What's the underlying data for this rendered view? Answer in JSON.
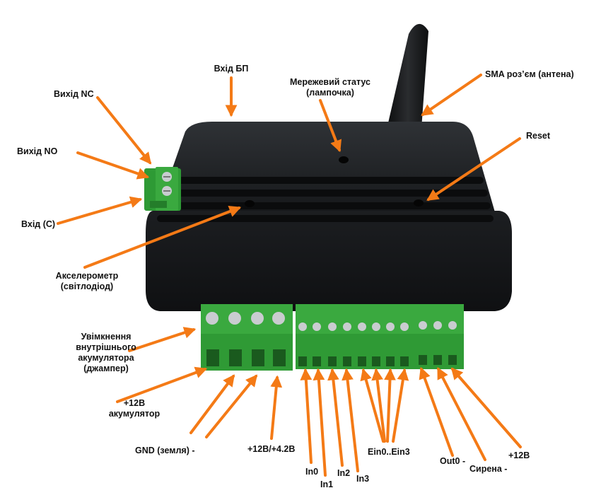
{
  "colors": {
    "arrow": "#f47a16",
    "housing": "#17191b",
    "housing_hi": "#2c2f33",
    "terminal_green": "#3aa93f",
    "terminal_dark": "#247d2a",
    "screw": "#c9ccd0",
    "text": "#111111"
  },
  "labels": {
    "power_input": "Вхід БП",
    "network_status_1": "Мережевий статус",
    "network_status_2": "(лампочка)",
    "sma_connector": "SMA роз’єм (антена)",
    "output_nc": "Вихід NC",
    "output_no": "Вихід NO",
    "reset": "Reset",
    "input_c": "Вхід (С)",
    "accelerometer_1": "Акселерометр",
    "accelerometer_2": "(світлодіод)",
    "battery_enable_1": "Увімкнення",
    "battery_enable_2": "внутрішнього",
    "battery_enable_3": "акумулятора",
    "battery_enable_4": "(джампер)",
    "battery_12v_1": "+12В",
    "battery_12v_2": "акумулятор",
    "gnd": "GND (земля) -",
    "plus_12_42": "+12В/+4.2В",
    "in0": "In0",
    "in1": "In1",
    "in2": "In2",
    "in3": "In3",
    "ein": "Ein0..Ein3",
    "out0": "Out0 -",
    "siren": "Сирена -",
    "plus12": "+12В"
  }
}
